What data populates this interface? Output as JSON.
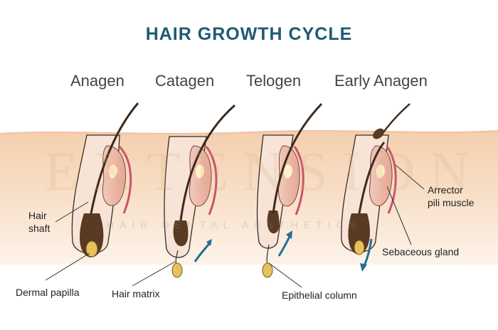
{
  "title": "HAIR GROWTH CYCLE",
  "stages": [
    "Anagen",
    "Catagen",
    "Telogen",
    "Early Anagen"
  ],
  "labels": {
    "hair_shaft_1": "Hair",
    "hair_shaft_2": "shaft",
    "dermal_papilla": "Dermal papilla",
    "hair_matrix": "Hair matrix",
    "epithelial_column": "Epithelial column",
    "arrector_1": "Arrector",
    "arrector_2": "pili muscle",
    "sebaceous_gland": "Sebaceous gland"
  },
  "watermark": {
    "brand": "EXTENSION",
    "tagline": "HAIR DENTAL AESTHETICS"
  },
  "colors": {
    "title": "#1f5a73",
    "skin": "#f6d9bf",
    "follicle": "#e7b1a3",
    "hair": "#5a3a22",
    "arrow": "#1f6f93",
    "papilla": "#e6c35a"
  }
}
